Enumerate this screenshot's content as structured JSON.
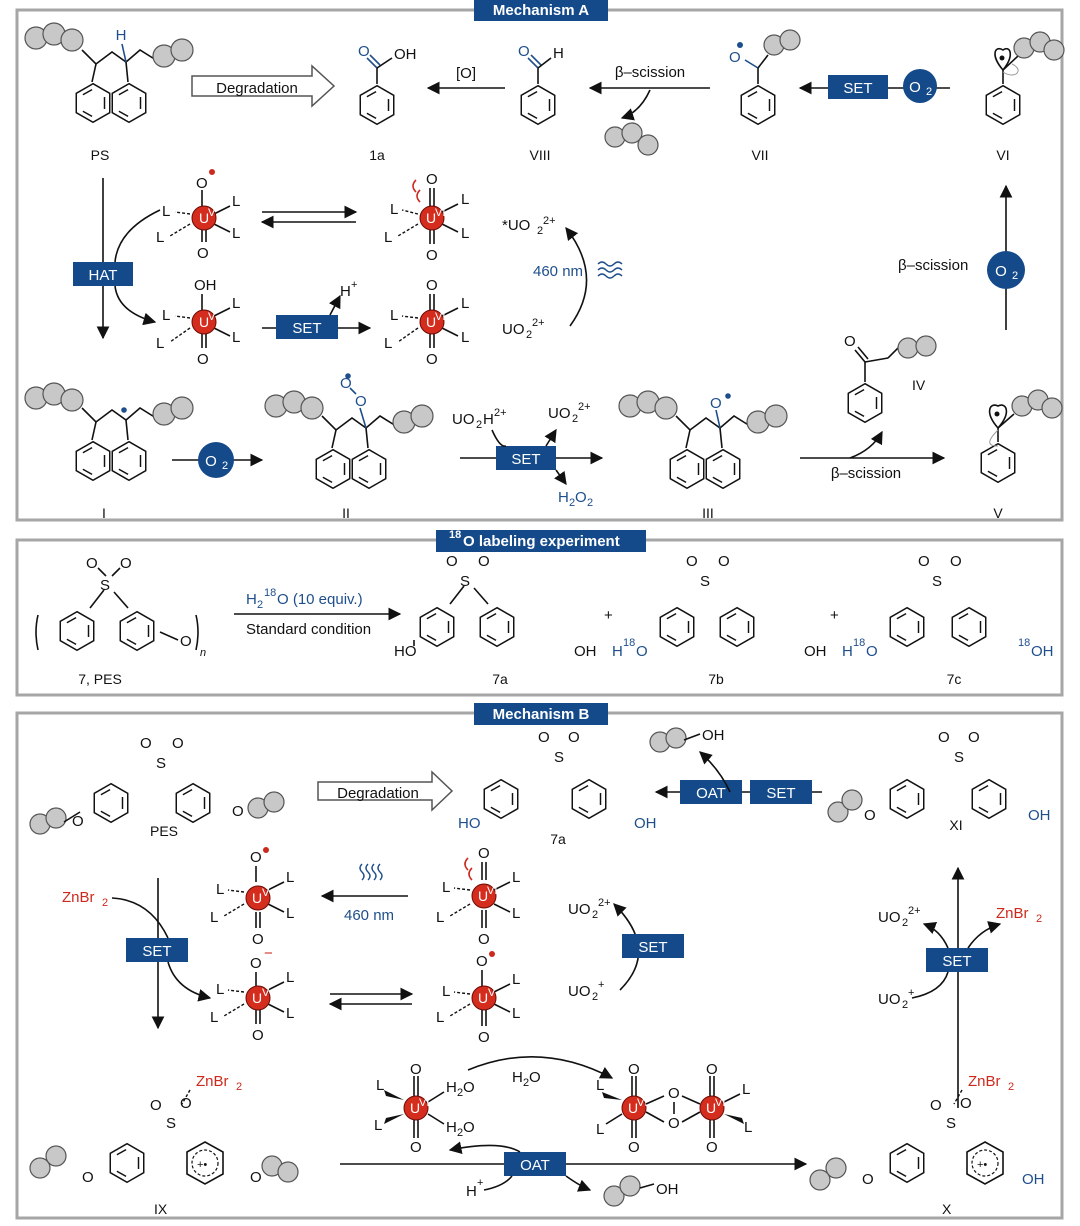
{
  "panelA": {
    "title": "Mechanism A",
    "degradation": "Degradation",
    "oxid": "[O]",
    "beta1": "β–scission",
    "set1": "SET",
    "o2": "O",
    "o2sub": "2",
    "H": "H",
    "compounds": {
      "ps": "PS",
      "c1a": "1a",
      "viii": "VIII",
      "vii": "VII",
      "vi": "VI",
      "i": "I",
      "ii": "II",
      "iii": "III",
      "v": "V",
      "iv": "IV"
    },
    "hat": "HAT",
    "set2": "SET",
    "Hplus": "H",
    "starUO2": "*UO",
    "uo2": "UO",
    "wavelength": "460 nm",
    "betaRight": "β–scission",
    "uo2h": "UO",
    "uo2hpart": "H",
    "h2o2": "H",
    "set3": "SET",
    "beta2": "β–scission",
    "uV": "U",
    "uVsup": "V",
    "uVI": "U",
    "uVIsup": "VI",
    "L": "L",
    "O": "O",
    "OH": "OH"
  },
  "panelLabel": {
    "title": "O labeling experiment",
    "titleSup": "18",
    "reagent": "H",
    "reagentSup": "18",
    "reagentRest": "O (10 equiv.)",
    "condition": "Standard condition",
    "plus": "+",
    "ho": "HO",
    "oh": "OH",
    "h18o": "H",
    "o18h": "OH",
    "n": "n",
    "compounds": {
      "pes": "7, PES",
      "c7a": "7a",
      "c7b": "7b",
      "c7c": "7c"
    }
  },
  "panelB": {
    "title": "Mechanism B",
    "degradation": "Degradation",
    "oat1": "OAT",
    "set1": "SET",
    "oh": "OH",
    "ho": "HO",
    "znbr2": "ZnBr",
    "set2": "SET",
    "wavelength": "460 nm",
    "set3": "SET",
    "uo2p": "UO",
    "set4": "SET",
    "h2o": "H",
    "hplus": "H",
    "oat2": "OAT",
    "compounds": {
      "pes": "PES",
      "c7a": "7a",
      "xi": "XI",
      "ix": "IX",
      "x": "X"
    }
  },
  "chart_data": []
}
